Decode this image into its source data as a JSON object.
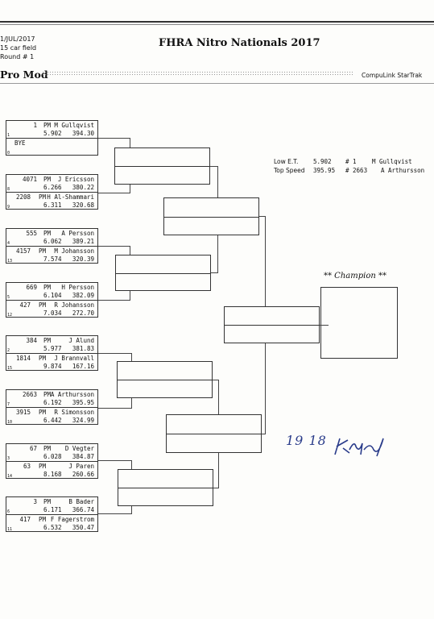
{
  "header": {
    "date": "1/JUL/2017",
    "field": "15 car field",
    "round": "Round # 1",
    "event": "FHRA Nitro Nationals 2017",
    "class": "Pro Mod",
    "software": "CompuLink StarTrak"
  },
  "records": {
    "low_et_label": "Low E.T.",
    "low_et_value": "5.902",
    "low_et_num": "# 1",
    "low_et_driver": "M Gullqvist",
    "top_speed_label": "Top Speed",
    "top_speed_value": "395.95",
    "top_speed_num": "# 2663",
    "top_speed_driver": "A Arthursson"
  },
  "champion_label": "** Champion **",
  "signature_text": "19 18",
  "pairs": [
    {
      "a": {
        "num": "1",
        "cls": "PM",
        "driver": "M Gullqvist",
        "seed": "1",
        "et": "5.902",
        "speed": "394.30"
      },
      "b": {
        "num": "",
        "cls": "",
        "driver": "BYE",
        "seed": "0",
        "et": "",
        "speed": ""
      }
    },
    {
      "a": {
        "num": "4071",
        "cls": "PM",
        "driver": "J Ericsson",
        "seed": "8",
        "et": "6.266",
        "speed": "380.22"
      },
      "b": {
        "num": "2208",
        "cls": "PM",
        "driver": "H Al-Shammari",
        "seed": "9",
        "et": "6.311",
        "speed": "320.68"
      }
    },
    {
      "a": {
        "num": "555",
        "cls": "PM",
        "driver": "A Persson",
        "seed": "4",
        "et": "6.062",
        "speed": "389.21"
      },
      "b": {
        "num": "4157",
        "cls": "PM",
        "driver": "M Johansson",
        "seed": "13",
        "et": "7.574",
        "speed": "320.39"
      }
    },
    {
      "a": {
        "num": "669",
        "cls": "PM",
        "driver": "H Persson",
        "seed": "5",
        "et": "6.104",
        "speed": "382.09"
      },
      "b": {
        "num": "427",
        "cls": "PM",
        "driver": "R Johansson",
        "seed": "12",
        "et": "7.034",
        "speed": "272.70"
      }
    },
    {
      "a": {
        "num": "384",
        "cls": "PM",
        "driver": "J Alund",
        "seed": "2",
        "et": "5.977",
        "speed": "381.83"
      },
      "b": {
        "num": "1814",
        "cls": "PM",
        "driver": "J Brannvall",
        "seed": "15",
        "et": "9.874",
        "speed": "167.16"
      }
    },
    {
      "a": {
        "num": "2663",
        "cls": "PM",
        "driver": "A Arthursson",
        "seed": "7",
        "et": "6.192",
        "speed": "395.95"
      },
      "b": {
        "num": "3915",
        "cls": "PM",
        "driver": "R Simonsson",
        "seed": "10",
        "et": "6.442",
        "speed": "324.99"
      }
    },
    {
      "a": {
        "num": "67",
        "cls": "PM",
        "driver": "D Vegter",
        "seed": "3",
        "et": "6.028",
        "speed": "384.87"
      },
      "b": {
        "num": "63",
        "cls": "PM",
        "driver": "J Paren",
        "seed": "14",
        "et": "8.168",
        "speed": "260.66"
      }
    },
    {
      "a": {
        "num": "3",
        "cls": "PM",
        "driver": "B Bader",
        "seed": "6",
        "et": "6.171",
        "speed": "366.74"
      },
      "b": {
        "num": "417",
        "cls": "PM",
        "driver": "F Fagerstrom",
        "seed": "11",
        "et": "6.532",
        "speed": "350.47"
      }
    }
  ]
}
